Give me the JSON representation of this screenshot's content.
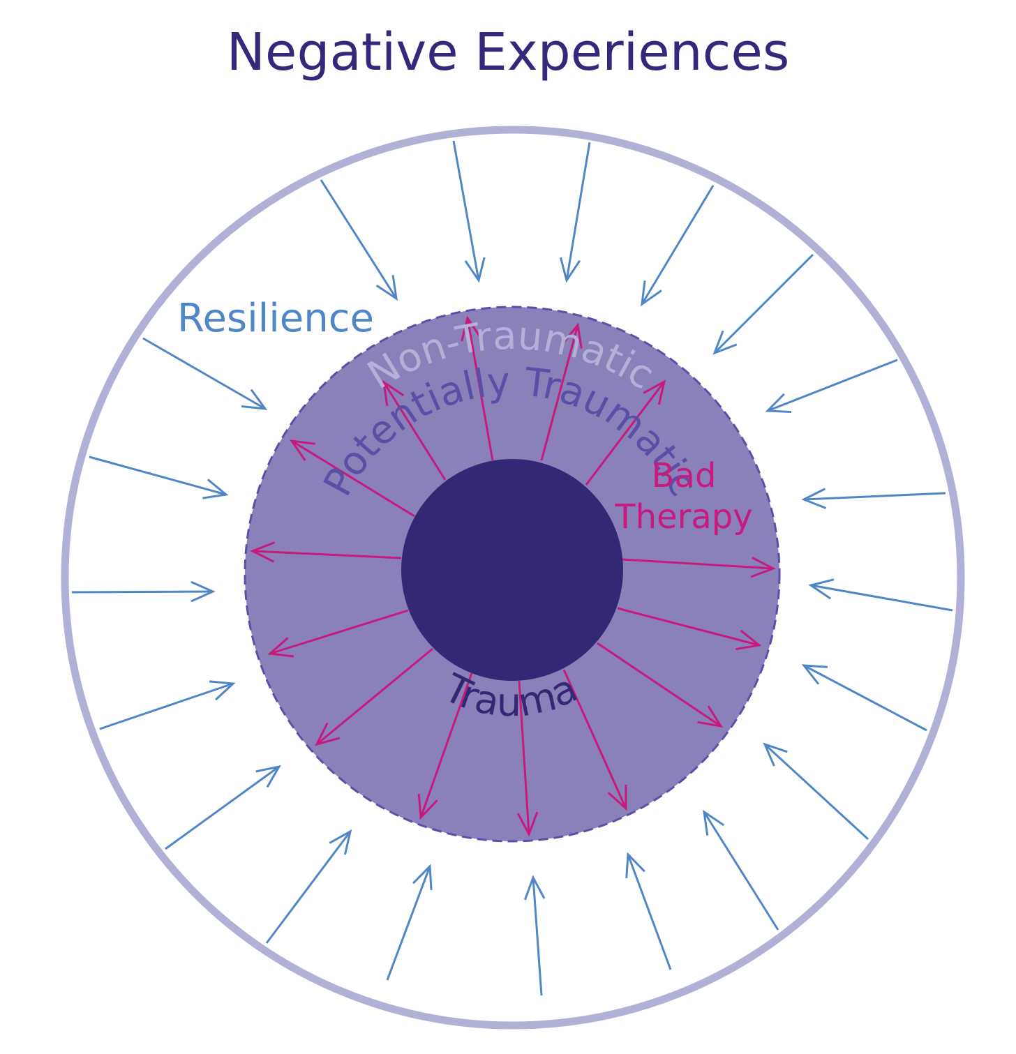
{
  "title": "Negative Experiences",
  "rings": {
    "outer_label": "Non-Traumatic",
    "middle_label": "Potentially Traumatic",
    "inner_label": "Trauma"
  },
  "arrows": {
    "inward_label": "Resilience",
    "outward_label_line1": "Bad",
    "outward_label_line2": "Therapy"
  },
  "colors": {
    "title": "#33287a",
    "outer_ring_stroke": "#b1b0d6",
    "outer_label": "#b3b1d8",
    "middle_fill": "#8a80ba",
    "middle_stroke": "#5a4fa6",
    "middle_label": "#5a4fa6",
    "core_fill": "#332875",
    "inner_label": "#332875",
    "inward_arrow": "#4f86c6",
    "outward_arrow": "#c8197c"
  }
}
